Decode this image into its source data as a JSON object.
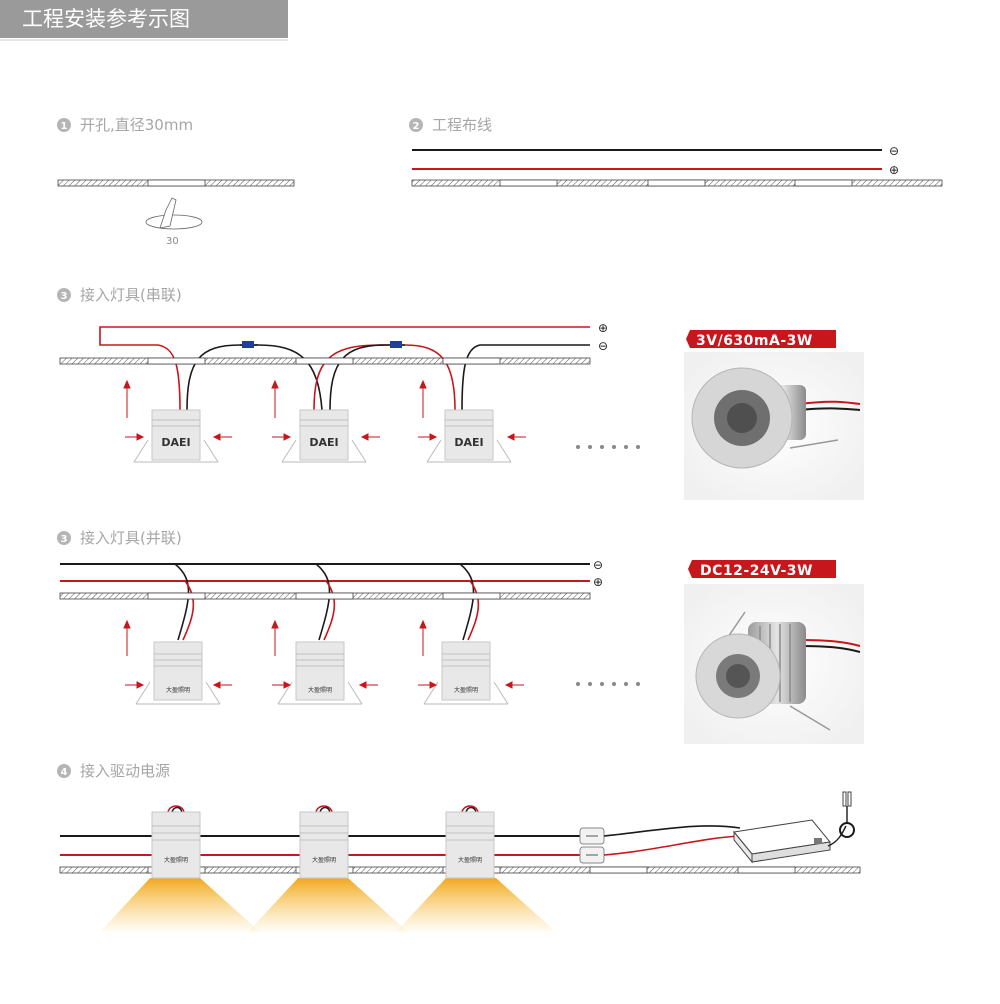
{
  "header": {
    "title": "工程安装参考示图"
  },
  "steps": {
    "s1": {
      "num": "1",
      "title": "开孔,直径30mm",
      "dim": "30"
    },
    "s2": {
      "num": "2",
      "title": "工程布线",
      "minus": "⊖",
      "plus": "⊕"
    },
    "s3a": {
      "num": "3",
      "title": "接入灯具(串联)",
      "plus": "⊕",
      "minus": "⊖",
      "badge": "3V/630mA-3W",
      "brand": "DAEI"
    },
    "s3b": {
      "num": "3",
      "title": "接入灯具(并联)",
      "minus": "⊖",
      "plus": "⊕",
      "badge": "DC12-24V-3W",
      "brand_cn": "大盈照明"
    },
    "s4": {
      "num": "4",
      "title": "接入驱动电源",
      "brand_cn": "大盈照明"
    }
  },
  "colors": {
    "red": "#c8161d",
    "black": "#1a1a1a",
    "hatch": "#444444",
    "badge": "#c8161d",
    "beam": "#f5b730",
    "lamp_body": "#e6e6e6",
    "lamp_fin": "#b9b9b9"
  }
}
